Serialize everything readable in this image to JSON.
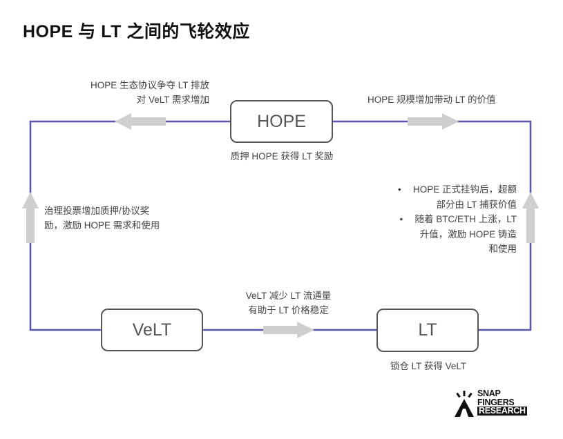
{
  "title": "HOPE 与 LT 之间的飞轮效应",
  "colors": {
    "loop_line": "#5557a6",
    "arrow_fill": "#cfcfcf",
    "node_border": "#555555",
    "text": "#444444"
  },
  "nodes": {
    "hope": {
      "label": "HOPE",
      "caption": "质押 HOPE 获得 LT 奖励"
    },
    "velt": {
      "label": "VeLT"
    },
    "lt": {
      "label": "LT",
      "caption": "锁仓 LT 获得 VeLT"
    }
  },
  "edges": {
    "top_left": {
      "direction": "left",
      "lines": [
        "HOPE 生态协议争夺 LT 排放",
        "对 VeLT 需求增加"
      ]
    },
    "top_right": {
      "direction": "right",
      "lines": [
        "HOPE 规模增加带动 LT 的价值"
      ]
    },
    "left": {
      "direction": "up",
      "lines": [
        "治理投票增加质押/协议奖",
        "励，激励 HOPE 需求和使用"
      ]
    },
    "right": {
      "direction": "up",
      "bullets": [
        {
          "bullet": "•",
          "lines": [
            "HOPE 正式挂钩后，超额",
            "部分由 LT 捕获价值"
          ]
        },
        {
          "bullet": "•",
          "lines": [
            "随着 BTC/ETH 上涨，LT",
            "升值，激励 HOPE 铸造",
            "和使用"
          ]
        }
      ]
    },
    "bottom": {
      "direction": "right",
      "lines": [
        "VeLT 减少 LT 流通量",
        "有助于 LT 价格稳定"
      ]
    }
  },
  "logo": {
    "line1": "SNAP",
    "line2": "FINGERS",
    "line3": "RESEARCH",
    "icon": "snap-fingers-hand-icon"
  }
}
